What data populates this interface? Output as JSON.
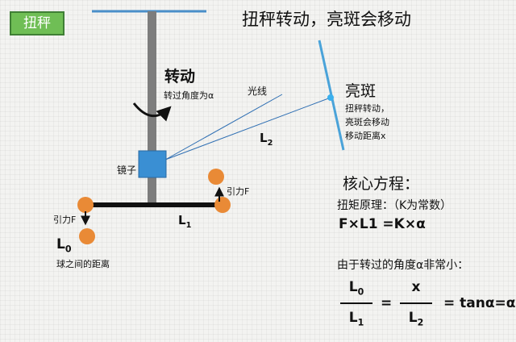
{
  "badge": "扭秤",
  "title": "扭秤转动，亮斑会移动",
  "rotation": {
    "label": "转动",
    "sub": "转过角度为α"
  },
  "light_label": "光线",
  "spot": {
    "label": "亮斑",
    "desc1": "扭秤转动，",
    "desc2": "亮斑会移动",
    "desc3": "移动距离x"
  },
  "l2_label": "L",
  "l2_sub": "2",
  "mirror_label": "镜子",
  "force_right": "引力F",
  "force_left": "引力F",
  "l1_label": "L",
  "l1_sub": "1",
  "l0_label": "L",
  "l0_sub": "0",
  "distance_label": "球之间的距离",
  "equation": {
    "title": "核心方程：",
    "sub": "扭矩原理：（K为常数）",
    "main": "F×L1 =K×α",
    "approx_note": "由于转过的角度α非常小：",
    "frac1_num": "L",
    "frac1_num_sub": "0",
    "frac1_den": "L",
    "frac1_den_sub": "1",
    "eq1": "=",
    "frac2_num": "x",
    "frac2_den": "L",
    "frac2_den_sub": "2",
    "tail": "= tanα=α"
  },
  "colors": {
    "ball": "#e98a36",
    "mirror": "#3a8fd3",
    "badge": "#6fbe55",
    "rod": "#7d7d7d"
  }
}
